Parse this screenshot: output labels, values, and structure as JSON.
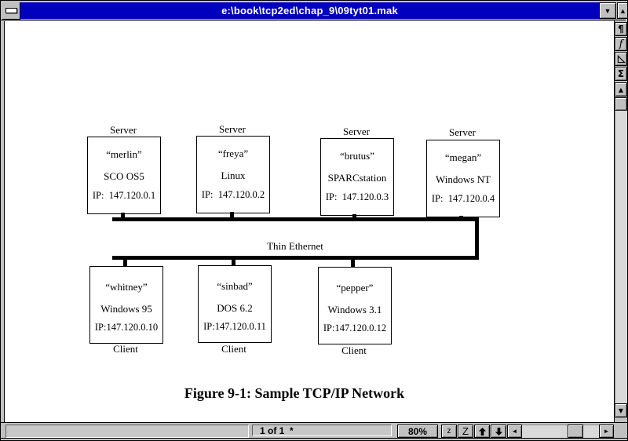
{
  "window": {
    "title": "e:\\book\\tcp2ed\\chap_9\\09tyt01.mak"
  },
  "icons": {
    "system_menu": "system-menu-dash",
    "minimize": "▼",
    "maximize": "▲",
    "pilcrow": "¶",
    "function_f": "f",
    "triangle": "triangle-outline",
    "sigma": "Σ",
    "scroll_up": "▲",
    "scroll_down": "▼",
    "scroll_left": "◄",
    "scroll_right": "►"
  },
  "status_bar": {
    "message": "",
    "page_indicator": "1 of 1  *",
    "zoom_level": "80%",
    "font_smaller": "z",
    "font_larger": "Z"
  },
  "diagram": {
    "bus_label": "Thin Ethernet",
    "caption": "Figure 9-1: Sample TCP/IP Network",
    "servers": [
      {
        "role": "Server",
        "name": "“merlin”",
        "os": "SCO OS5",
        "ip": "IP:  147.120.0.1"
      },
      {
        "role": "Server",
        "name": "“freya”",
        "os": "Linux",
        "ip": "IP:  147.120.0.2"
      },
      {
        "role": "Server",
        "name": "“brutus”",
        "os": "SPARCstation",
        "ip": "IP:  147.120.0.3"
      },
      {
        "role": "Server",
        "name": "“megan”",
        "os": "Windows NT",
        "ip": "IP:  147.120.0.4"
      }
    ],
    "clients": [
      {
        "role": "Client",
        "name": "“whitney”",
        "os": "Windows 95",
        "ip": "IP:147.120.0.10"
      },
      {
        "role": "Client",
        "name": "“sinbad”",
        "os": "DOS 6.2",
        "ip": "IP:147.120.0.11"
      },
      {
        "role": "Client",
        "name": "“pepper”",
        "os": "Windows 3.1",
        "ip": "IP:147.120.0.12"
      }
    ]
  }
}
